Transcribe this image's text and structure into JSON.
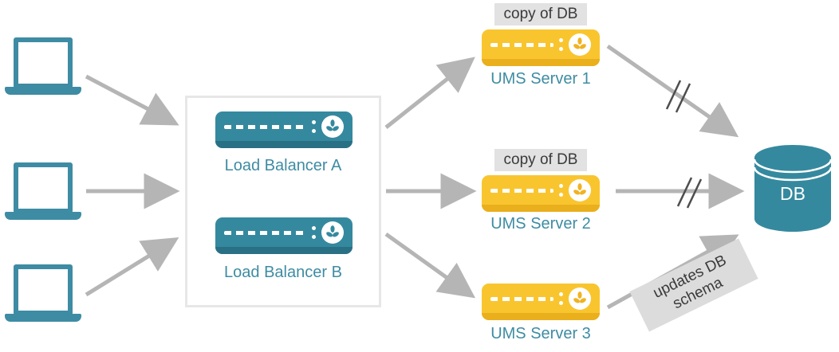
{
  "colors": {
    "teal": "#35899f",
    "teal_dark": "#2a7085",
    "yellow": "#f9c52f",
    "yellow_dark": "#eaaf1d",
    "arrow_gray": "#b5b5b5",
    "badge_bg": "#e2e2e2",
    "box_border": "#e7e7e7",
    "slash_dark": "#4d4d4d"
  },
  "clients": {
    "items": [
      {
        "name": "client-laptop-1"
      },
      {
        "name": "client-laptop-2"
      },
      {
        "name": "client-laptop-3"
      }
    ]
  },
  "load_balancer_group": {
    "items": [
      {
        "label": "Load Balancer A"
      },
      {
        "label": "Load Balancer B"
      }
    ]
  },
  "ums_servers": {
    "items": [
      {
        "label": "UMS Server 1",
        "badge": "copy of DB"
      },
      {
        "label": "UMS Server 2",
        "badge": "copy of DB"
      },
      {
        "label": "UMS Server 3",
        "badge": ""
      }
    ]
  },
  "database": {
    "label": "DB"
  },
  "annotations": {
    "schema_note": "updates DB schema"
  },
  "icons": {
    "client": "laptop-icon",
    "load_balancer": "server-appliance-icon",
    "ums_server": "server-appliance-icon",
    "database": "database-cylinder-icon"
  }
}
